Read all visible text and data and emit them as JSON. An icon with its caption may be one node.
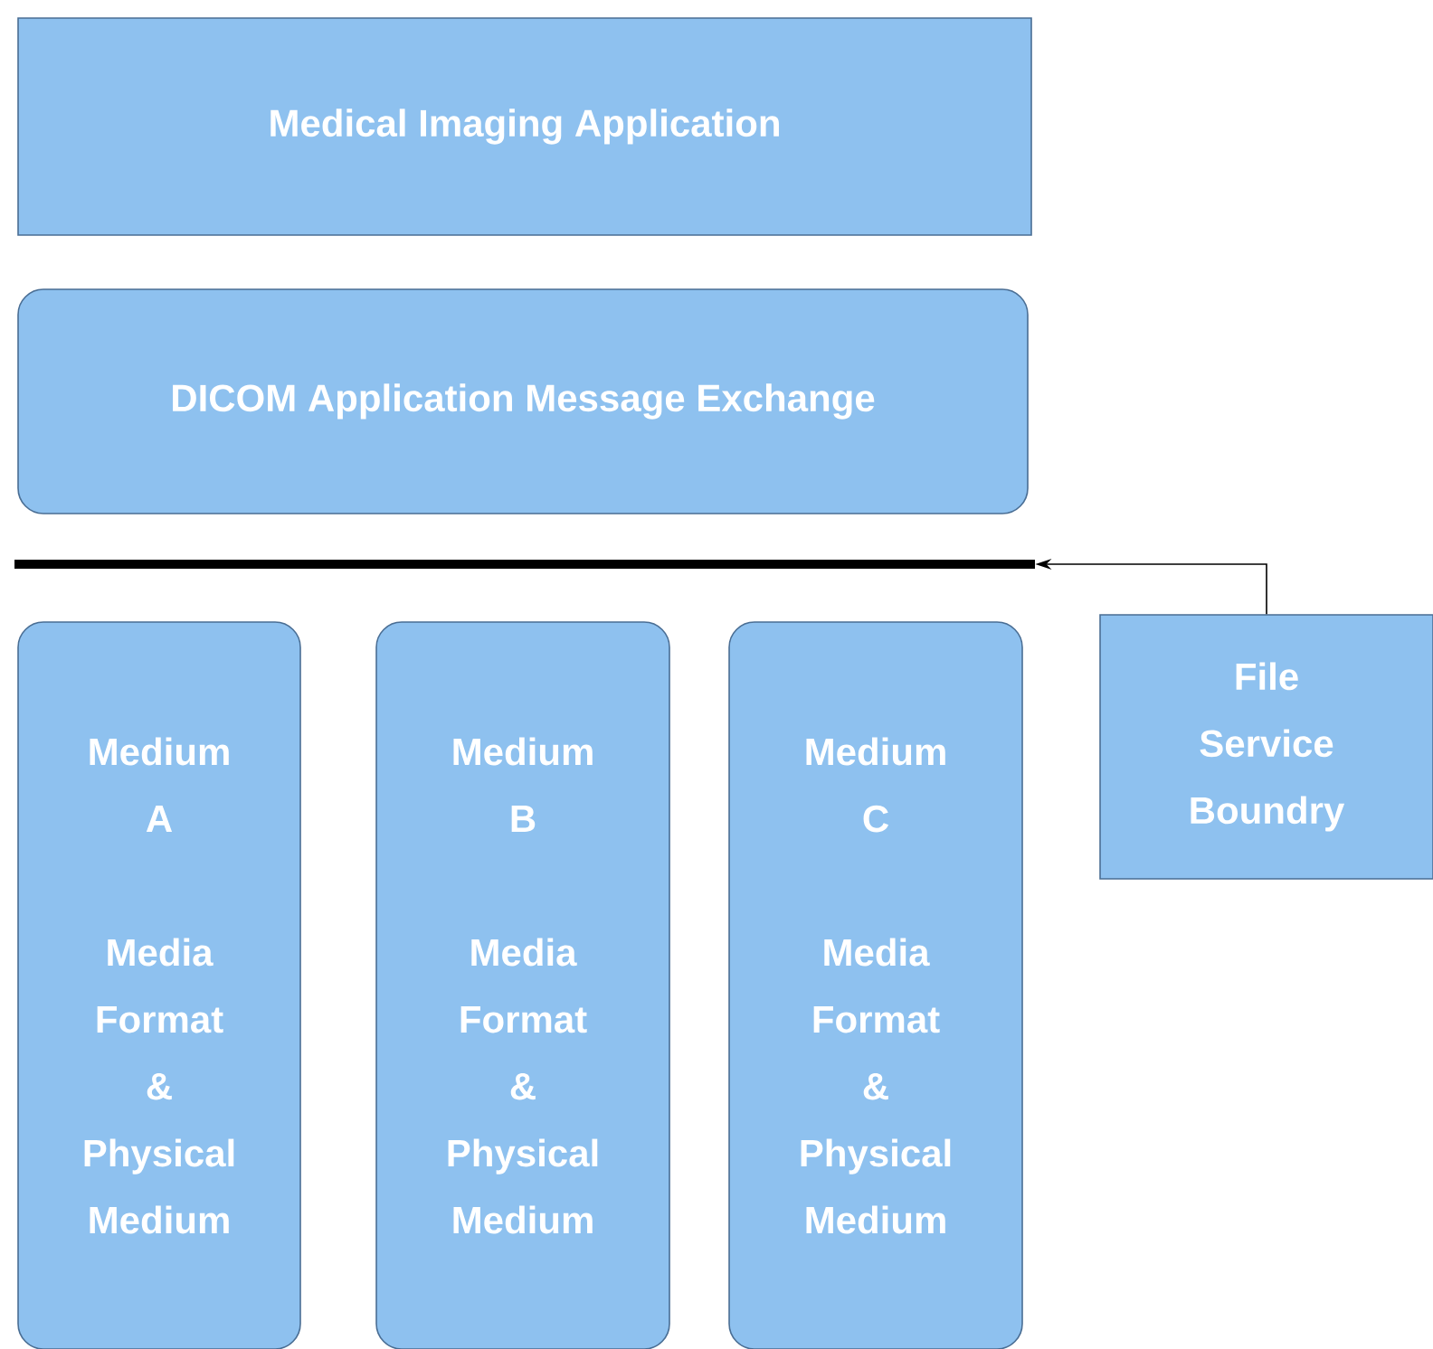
{
  "diagram": {
    "nodes": [
      {
        "text": [
          "Medical Imaging Application"
        ]
      },
      {
        "text": [
          "DICOM Application Message Exchange"
        ]
      },
      {
        "text": [],
        "shape": "bar"
      },
      {
        "text": [
          "Medium A",
          "Media Format & Physical Medium"
        ]
      },
      {
        "text": [
          "Medium B",
          "Media Format & Physical Medium"
        ]
      },
      {
        "text": [
          "Medium C",
          "Media Format & Physical Medium"
        ]
      },
      {
        "text": [
          "File Service Boundry"
        ]
      }
    ],
    "edges": [
      {
        "from": 6,
        "to": 2,
        "arrow": "to"
      }
    ]
  }
}
